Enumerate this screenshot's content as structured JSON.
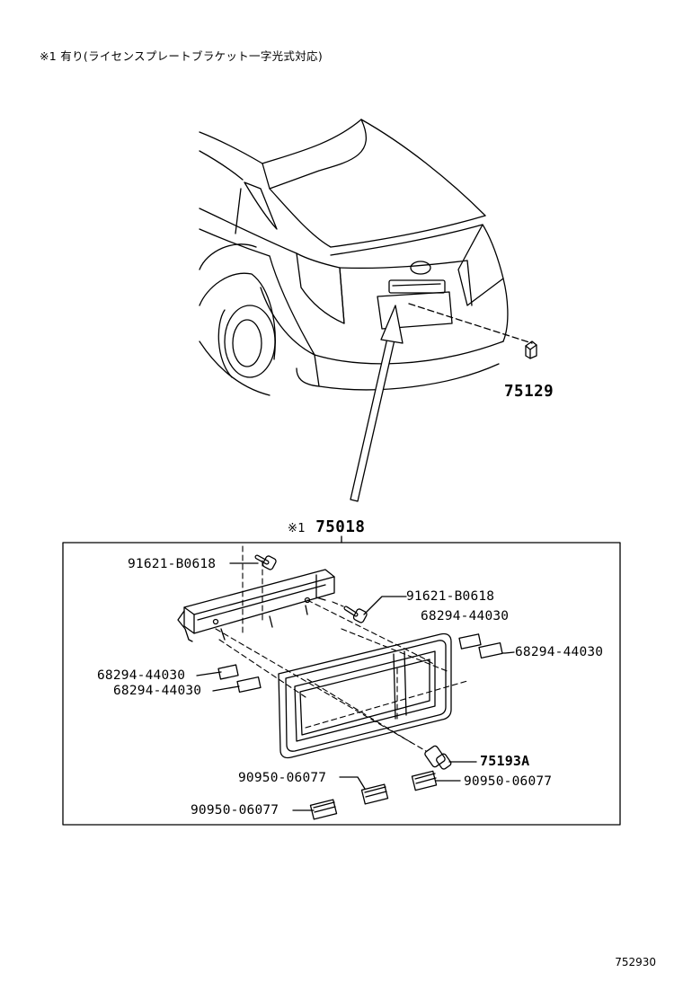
{
  "header": {
    "note": "※1 有り(ライセンスプレートブラケット一字光式対応)"
  },
  "callouts": {
    "p75129": "75129",
    "assembly_mark": "※1",
    "p75018": "75018",
    "bolt_left": "91621-B0618",
    "bolt_right": "91621-B0618",
    "pad_upper_right_a": "68294-44030",
    "pad_upper_right_b": "68294-44030",
    "pad_left_a": "68294-44030",
    "pad_left_b": "68294-44030",
    "p75193A": "75193A",
    "clip_mid": "90950-06077",
    "clip_right": "90950-06077",
    "clip_bottom": "90950-06077"
  },
  "footer": {
    "figure_number": "752930"
  }
}
